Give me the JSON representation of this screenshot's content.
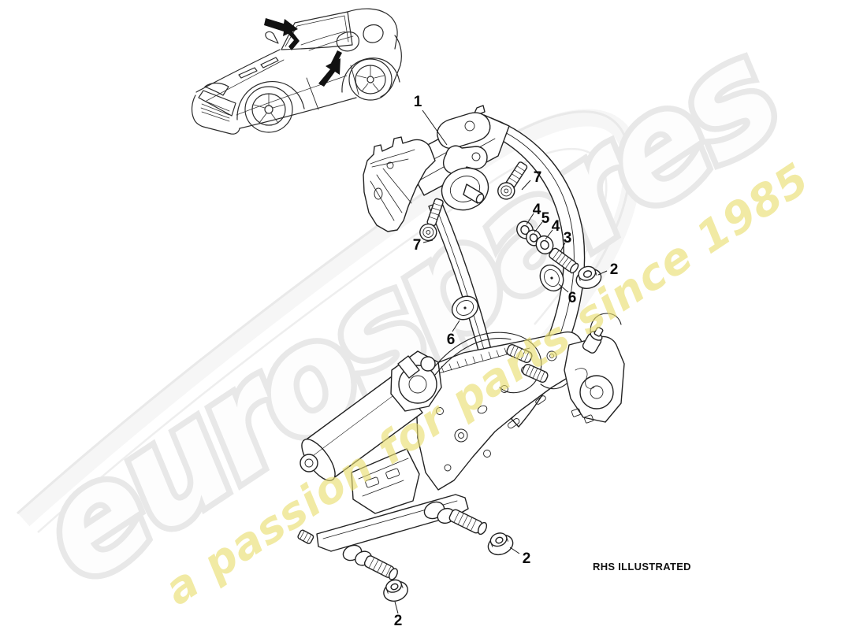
{
  "watermark": {
    "brand": "eurospares",
    "tagline": "a passion for parts since 1985",
    "brand_outline_color": "#e8e8e8",
    "brand_fill_color": "#fdfdfd",
    "tagline_color": "#e9de6e",
    "angle_deg": -33.5
  },
  "caption": "RHS ILLUSTRATED",
  "vehicle": {
    "type": "convertible-sports-car-line-art",
    "arrow_color": "#111111"
  },
  "diagram": {
    "line_color": "#222222",
    "callouts": [
      {
        "label": "1"
      },
      {
        "label": "7"
      },
      {
        "label": "4"
      },
      {
        "label": "5"
      },
      {
        "label": "4"
      },
      {
        "label": "3"
      },
      {
        "label": "2"
      },
      {
        "label": "6"
      },
      {
        "label": "7"
      },
      {
        "label": "6"
      },
      {
        "label": "2"
      },
      {
        "label": "2"
      }
    ]
  }
}
